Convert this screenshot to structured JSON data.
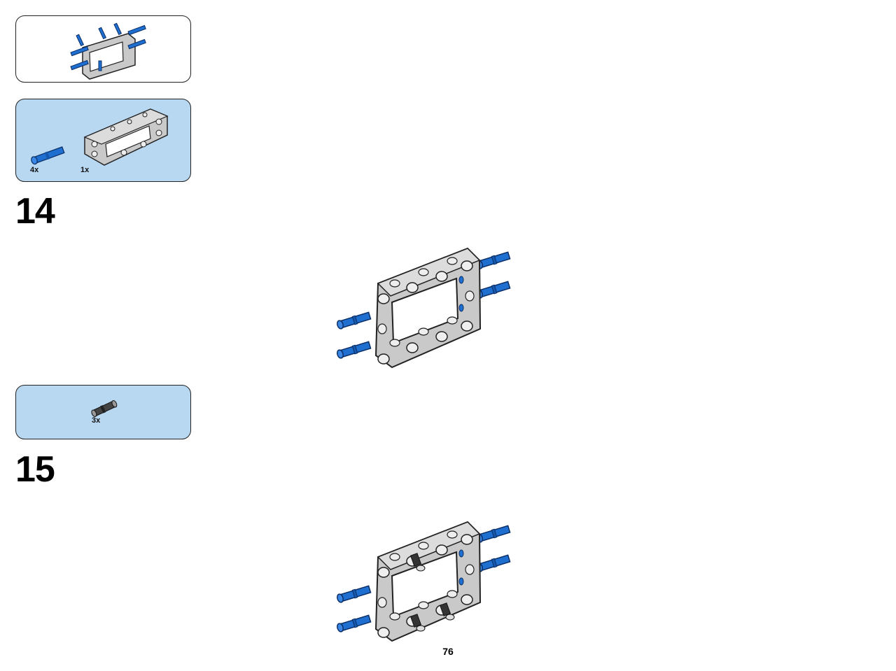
{
  "subassembly": {
    "icon": "mini-frame-with-pins-icon"
  },
  "step14": {
    "number": "14",
    "parts": [
      {
        "qty": "4x",
        "icon": "blue-long-pin-icon",
        "color": "#1f6fd1"
      },
      {
        "qty": "1x",
        "icon": "gray-open-frame-icon",
        "color": "#c8c8c8"
      }
    ]
  },
  "step15": {
    "number": "15",
    "parts": [
      {
        "qty": "3x",
        "icon": "black-friction-pin-icon",
        "color": "#333333"
      }
    ]
  },
  "colors": {
    "parts_bg": "#b8d7f1",
    "pin_blue": "#1f6fd1",
    "frame_gray": "#c9c9c9"
  },
  "page": {
    "number": "76"
  }
}
